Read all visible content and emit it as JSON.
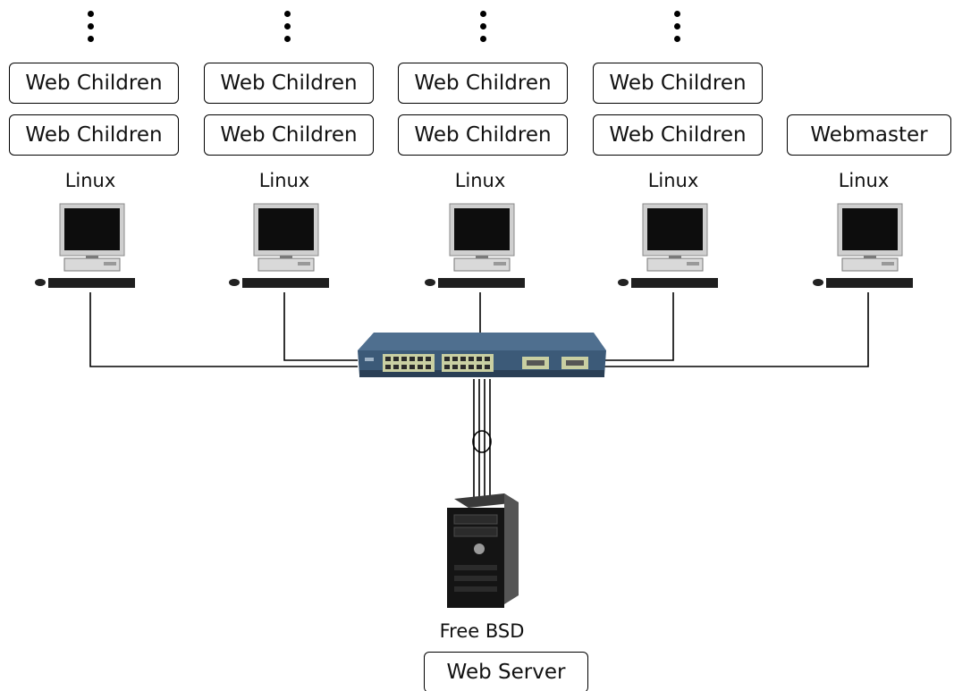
{
  "nodes": [
    {
      "os": "Linux",
      "labels": [
        "Web Children",
        "Web Children"
      ],
      "more": true
    },
    {
      "os": "Linux",
      "labels": [
        "Web Children",
        "Web Children"
      ],
      "more": true
    },
    {
      "os": "Linux",
      "labels": [
        "Web Children",
        "Web Children"
      ],
      "more": true
    },
    {
      "os": "Linux",
      "labels": [
        "Web Children",
        "Web Children"
      ],
      "more": true
    },
    {
      "os": "Linux",
      "labels": [
        "Webmaster"
      ],
      "more": false
    }
  ],
  "server": {
    "os": "Free BSD",
    "label": "Web Server"
  },
  "icons": {
    "workstation": "desktop-computer-icon",
    "switch": "network-switch-icon",
    "server": "tower-server-icon",
    "continuation": "vertical-ellipsis-icon"
  },
  "colors": {
    "line": "#000000",
    "switch_body": "#3c5a78",
    "switch_ports": "#c9cfa2"
  }
}
